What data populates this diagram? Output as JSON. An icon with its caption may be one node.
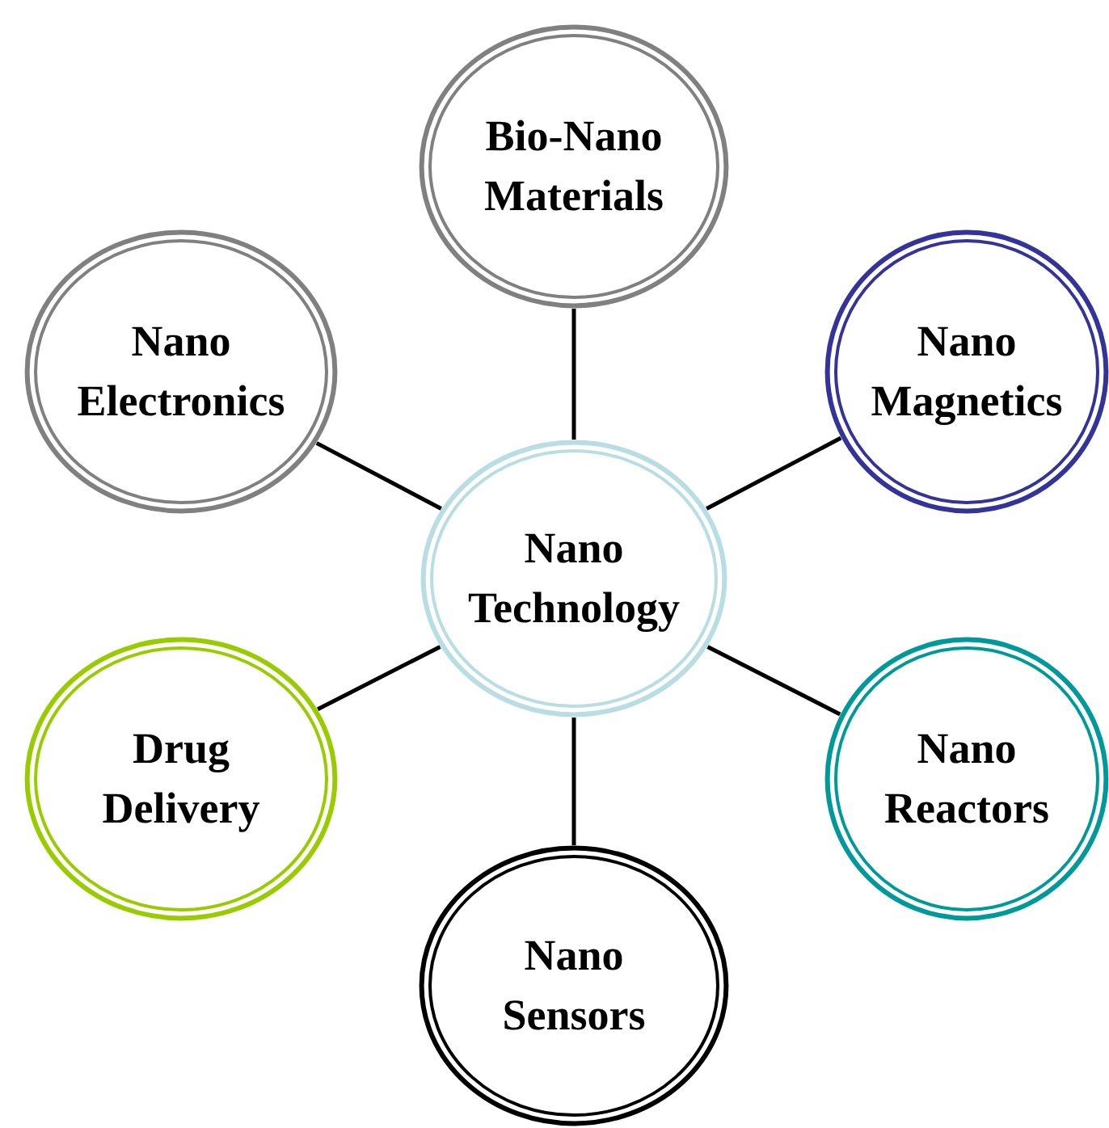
{
  "diagram": {
    "nodes": [
      {
        "text": [
          "Nano Technology"
        ]
      },
      {
        "text": [
          "Bio-Nano Materials"
        ]
      },
      {
        "text": [
          "Nano Electronics"
        ]
      },
      {
        "text": [
          "Nano Magnetics"
        ]
      },
      {
        "text": [
          "Drug Delivery"
        ]
      },
      {
        "text": [
          "Nano Reactors"
        ]
      },
      {
        "text": [
          "Nano Sensors"
        ]
      }
    ],
    "edges": [
      {
        "from": 0,
        "to": 1,
        "arrow": "none"
      },
      {
        "from": 0,
        "to": 2,
        "arrow": "none"
      },
      {
        "from": 0,
        "to": 3,
        "arrow": "none"
      },
      {
        "from": 0,
        "to": 4,
        "arrow": "none"
      },
      {
        "from": 0,
        "to": 5,
        "arrow": "none"
      },
      {
        "from": 0,
        "to": 6,
        "arrow": "none"
      }
    ]
  }
}
